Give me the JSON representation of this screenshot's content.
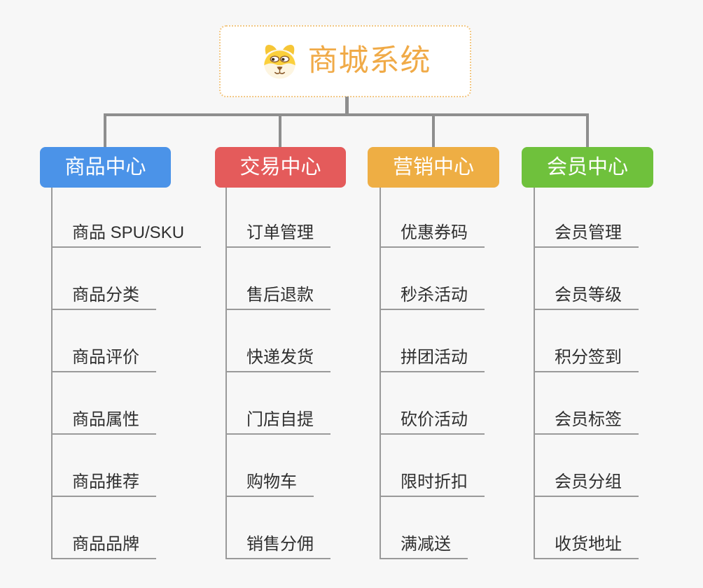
{
  "canvas": {
    "background": "#f7f7f7",
    "connector_color": "#8e8e8e"
  },
  "root": {
    "title": "商城系统",
    "accent_color": "#f0aa47",
    "border_color": "#f2c783",
    "icon": "dog-icon"
  },
  "branches": [
    {
      "label": "商品中心",
      "color": "#4b93e8",
      "items": [
        "商品 SPU/SKU",
        "商品分类",
        "商品评价",
        "商品属性",
        "商品推荐",
        "商品品牌"
      ]
    },
    {
      "label": "交易中心",
      "color": "#e45b5b",
      "items": [
        "订单管理",
        "售后退款",
        "快递发货",
        "门店自提",
        "购物车",
        "销售分佣"
      ]
    },
    {
      "label": "营销中心",
      "color": "#eeae44",
      "items": [
        "优惠券码",
        "秒杀活动",
        "拼团活动",
        "砍价活动",
        "限时折扣",
        "满减送"
      ]
    },
    {
      "label": "会员中心",
      "color": "#6fc13c",
      "items": [
        "会员管理",
        "会员等级",
        "积分签到",
        "会员标签",
        "会员分组",
        "收货地址"
      ]
    }
  ]
}
